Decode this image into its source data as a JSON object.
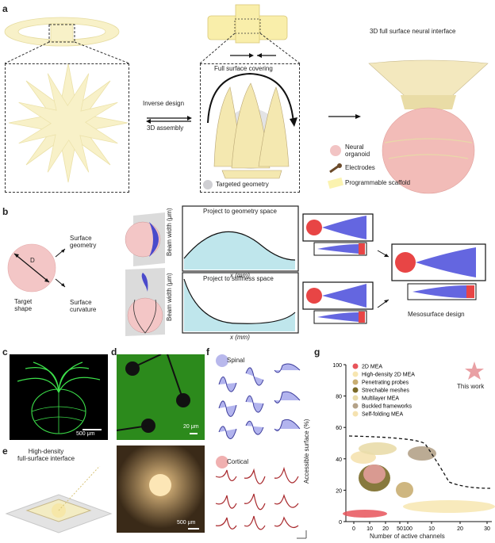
{
  "panels": {
    "a": "a",
    "b": "b",
    "c": "c",
    "d": "d",
    "e": "e",
    "f": "f",
    "g": "g"
  },
  "panel_a": {
    "inverse_design": "Inverse design",
    "assembly_3d": "3D assembly",
    "full_surface_covering": "Full surface covering",
    "targeted_geometry": "Targeted geometry",
    "neural_interface_title": "3D full surface neural interface",
    "legend": [
      {
        "label": "Neural\norganoid",
        "color": "#f2c4c4"
      },
      {
        "label": "Electrodes",
        "color": "#6b4a2a"
      },
      {
        "label": "Programmable scaffold",
        "color": "#fbf3b0"
      }
    ]
  },
  "panel_b": {
    "target_shape": "Target\nshape",
    "d_label": "D",
    "surface_geometry": "Surface\ngeometry",
    "surface_curvature": "Surface\ncurvature",
    "plot1_title": "Project to geometry space",
    "plot2_title": "Project to stiffness space",
    "ylabel": "Beam width (μm)",
    "xlabel": "x (mm)",
    "mesosurface_design": "Mesosurface design"
  },
  "panel_c": {
    "scale": "500 μm"
  },
  "panel_d": {
    "scale": "20 μm"
  },
  "panel_e": {
    "title": "High-density\nfull-surface interface",
    "scale": "500 μm"
  },
  "panel_f": {
    "spinal": "Spinal",
    "cortical": "Cortical",
    "spinal_color": "#3b3b9a",
    "cortical_color": "#a8282c"
  },
  "chart_data": {
    "type": "scatter",
    "ylabel": "Accessible surface (%)",
    "xlabel": "Number of active channels",
    "yticks": [
      "0",
      "20",
      "40",
      "60",
      "80",
      "100"
    ],
    "xticks": [
      "0",
      "10",
      "20",
      "50",
      "100",
      "10",
      "20",
      "30"
    ],
    "ylim": [
      0,
      100
    ],
    "this_work_label": "This work",
    "this_work_value": {
      "x": "~24",
      "y": 90
    },
    "series": [
      {
        "name": "2D MEA",
        "color": "#e8545a"
      },
      {
        "name": "High-density 2D MEA",
        "color": "#f7e6b0"
      },
      {
        "name": "Penetrating probes",
        "color": "#c9ae72"
      },
      {
        "name": "Strechable meshes",
        "color": "#7a6a28"
      },
      {
        "name": "Multilayer MEA",
        "color": "#e9dcaa"
      },
      {
        "name": "Buckled frameworks",
        "color": "#b4a288"
      },
      {
        "name": "Self-folding MEA",
        "color": "#f5e2b0"
      }
    ]
  }
}
